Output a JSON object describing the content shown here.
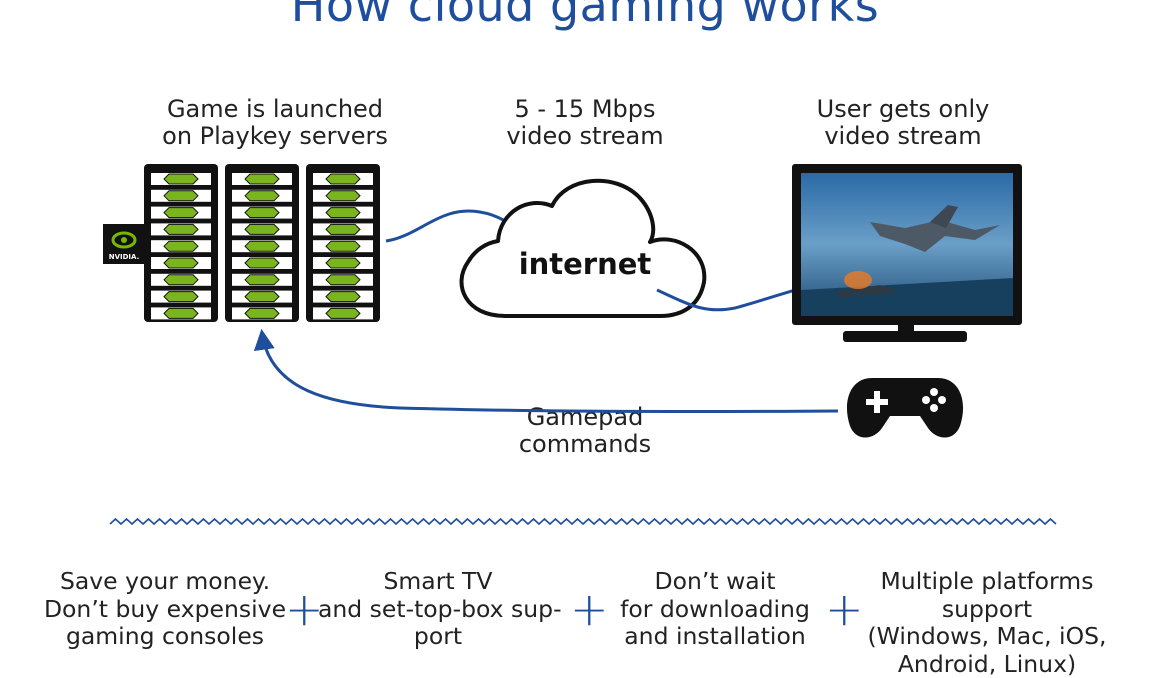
{
  "title": "How cloud gaming works",
  "captions": {
    "servers": [
      "Game is launched",
      "on Playkey servers"
    ],
    "stream": [
      "5 - 15 Mbps",
      "video stream"
    ],
    "user": [
      "User gets only",
      "video stream"
    ],
    "gamepad": [
      "Gamepad",
      "commands"
    ]
  },
  "cloud_label": "internet",
  "nvidia_badge": "NVIDIA.",
  "benefits": [
    [
      "Save your money.",
      "Don’t buy expensive",
      "gaming consoles"
    ],
    [
      "Smart TV",
      "and set-top-box sup-",
      "port"
    ],
    [
      "Don’t wait",
      "for downloading",
      "and installation"
    ],
    [
      "Multiple platforms",
      "support",
      "(Windows, Mac, iOS,",
      "Android, Linux)"
    ]
  ],
  "plus_sign": "+",
  "colors": {
    "accent": "#1f4e9c",
    "chip_green": "#7ab51d",
    "hardware": "#111111"
  },
  "icons": [
    "server-rack-icon",
    "nvidia-logo",
    "cloud-icon",
    "tv-monitor-icon",
    "gamepad-icon",
    "arrow-icon",
    "wave-divider"
  ]
}
